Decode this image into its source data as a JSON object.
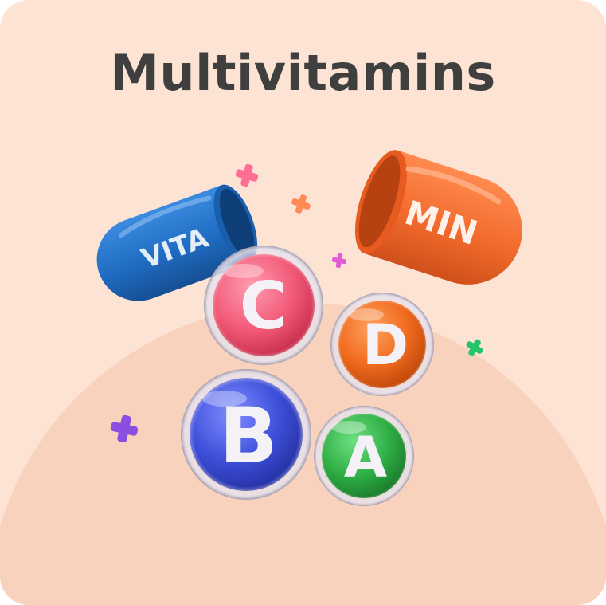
{
  "title": "Multivitamins",
  "capsules": {
    "left_label": "VITA",
    "right_label": "MIN"
  },
  "vitamins": [
    {
      "letter": "C",
      "color": "#f25a78"
    },
    {
      "letter": "D",
      "color": "#f06a1e"
    },
    {
      "letter": "B",
      "color": "#3d4fd9"
    },
    {
      "letter": "A",
      "color": "#2faf45"
    }
  ],
  "colors": {
    "background": "#fde3d3",
    "hill": "#f9d2bd",
    "title": "#3f3f3f",
    "capsule_blue": "#1f72c8",
    "capsule_orange": "#f26a2c"
  }
}
